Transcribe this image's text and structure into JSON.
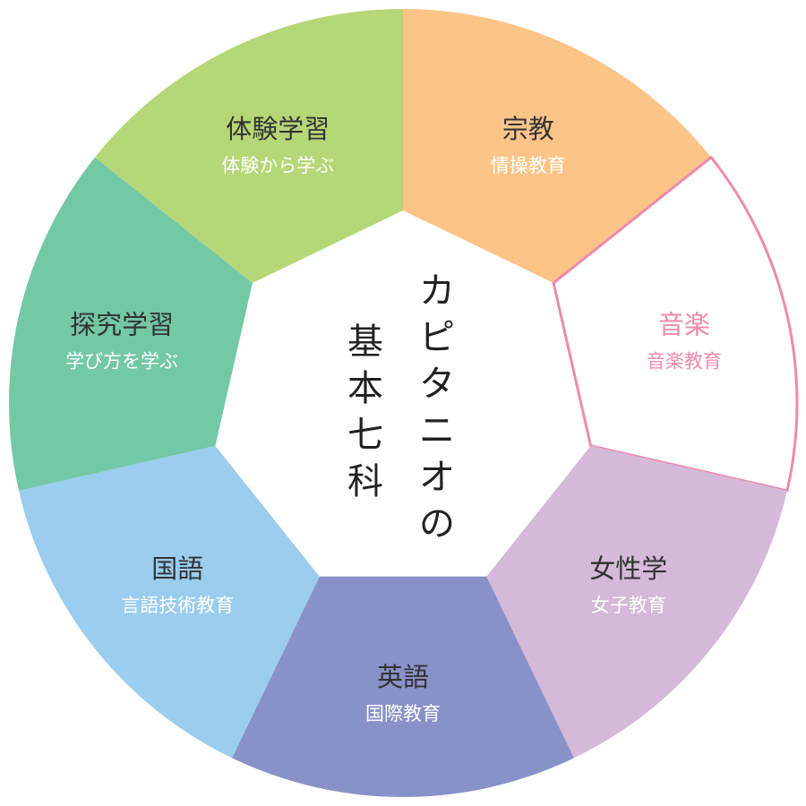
{
  "center": {
    "column_right": [
      "カ",
      "ピ",
      "タ",
      "ニ",
      "オ",
      "の"
    ],
    "column_left": [
      "基",
      "本",
      "七",
      "科"
    ]
  },
  "segments": [
    {
      "title": "宗教",
      "subtitle": "情操教育",
      "fill": "#FDC487",
      "title_color": "#333333",
      "sub_color": "#ffffff"
    },
    {
      "title": "音楽",
      "subtitle": "音楽教育",
      "fill": "#FFFFFF",
      "title_color": "#EE8AAE",
      "sub_color": "#EE8AAE",
      "stroke": "#EE8AAE"
    },
    {
      "title": "女性学",
      "subtitle": "女子教育",
      "fill": "#D5B9D9",
      "title_color": "#333333",
      "sub_color": "#ffffff"
    },
    {
      "title": "英語",
      "subtitle": "国際教育",
      "fill": "#8892C9",
      "title_color": "#333333",
      "sub_color": "#ffffff"
    },
    {
      "title": "国語",
      "subtitle": "言語技術教育",
      "fill": "#9ACDEE",
      "title_color": "#333333",
      "sub_color": "#ffffff"
    },
    {
      "title": "探究学習",
      "subtitle": "学び方を学ぶ",
      "fill": "#73C8A5",
      "title_color": "#333333",
      "sub_color": "#ffffff"
    },
    {
      "title": "体験学習",
      "subtitle": "体験から学ぶ",
      "fill": "#B5D777",
      "title_color": "#333333",
      "sub_color": "#ffffff"
    }
  ]
}
